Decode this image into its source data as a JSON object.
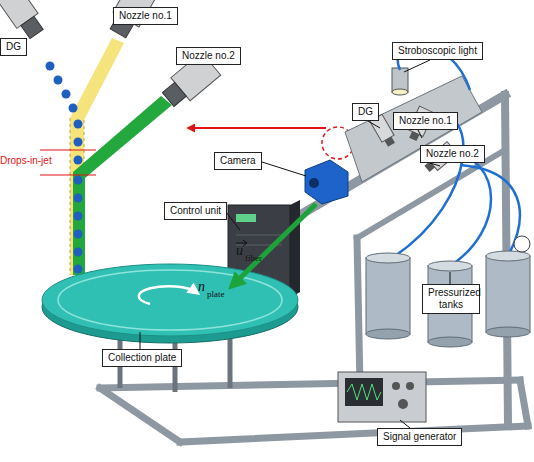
{
  "diagram": {
    "nodes": [
      {
        "text": [
          "Nozzle no.1"
        ]
      },
      {
        "text": [
          "DG"
        ]
      },
      {
        "text": [
          "Nozzle no.2"
        ]
      },
      {
        "text": [
          "Stroboscopic light"
        ]
      },
      {
        "text": [
          "DG"
        ]
      },
      {
        "text": [
          "Nozzle no.1"
        ]
      },
      {
        "text": [
          "Nozzle no.2"
        ]
      },
      {
        "text": [
          "Camera"
        ]
      },
      {
        "text": [
          "Control unit"
        ]
      },
      {
        "text": [
          "Pressurized tanks"
        ]
      },
      {
        "text": [
          "Collection plate"
        ]
      },
      {
        "text": [
          "Signal generator"
        ]
      }
    ],
    "labels": [
      "Drops-in-jet",
      "u",
      "fiber",
      "n",
      "plate"
    ]
  }
}
